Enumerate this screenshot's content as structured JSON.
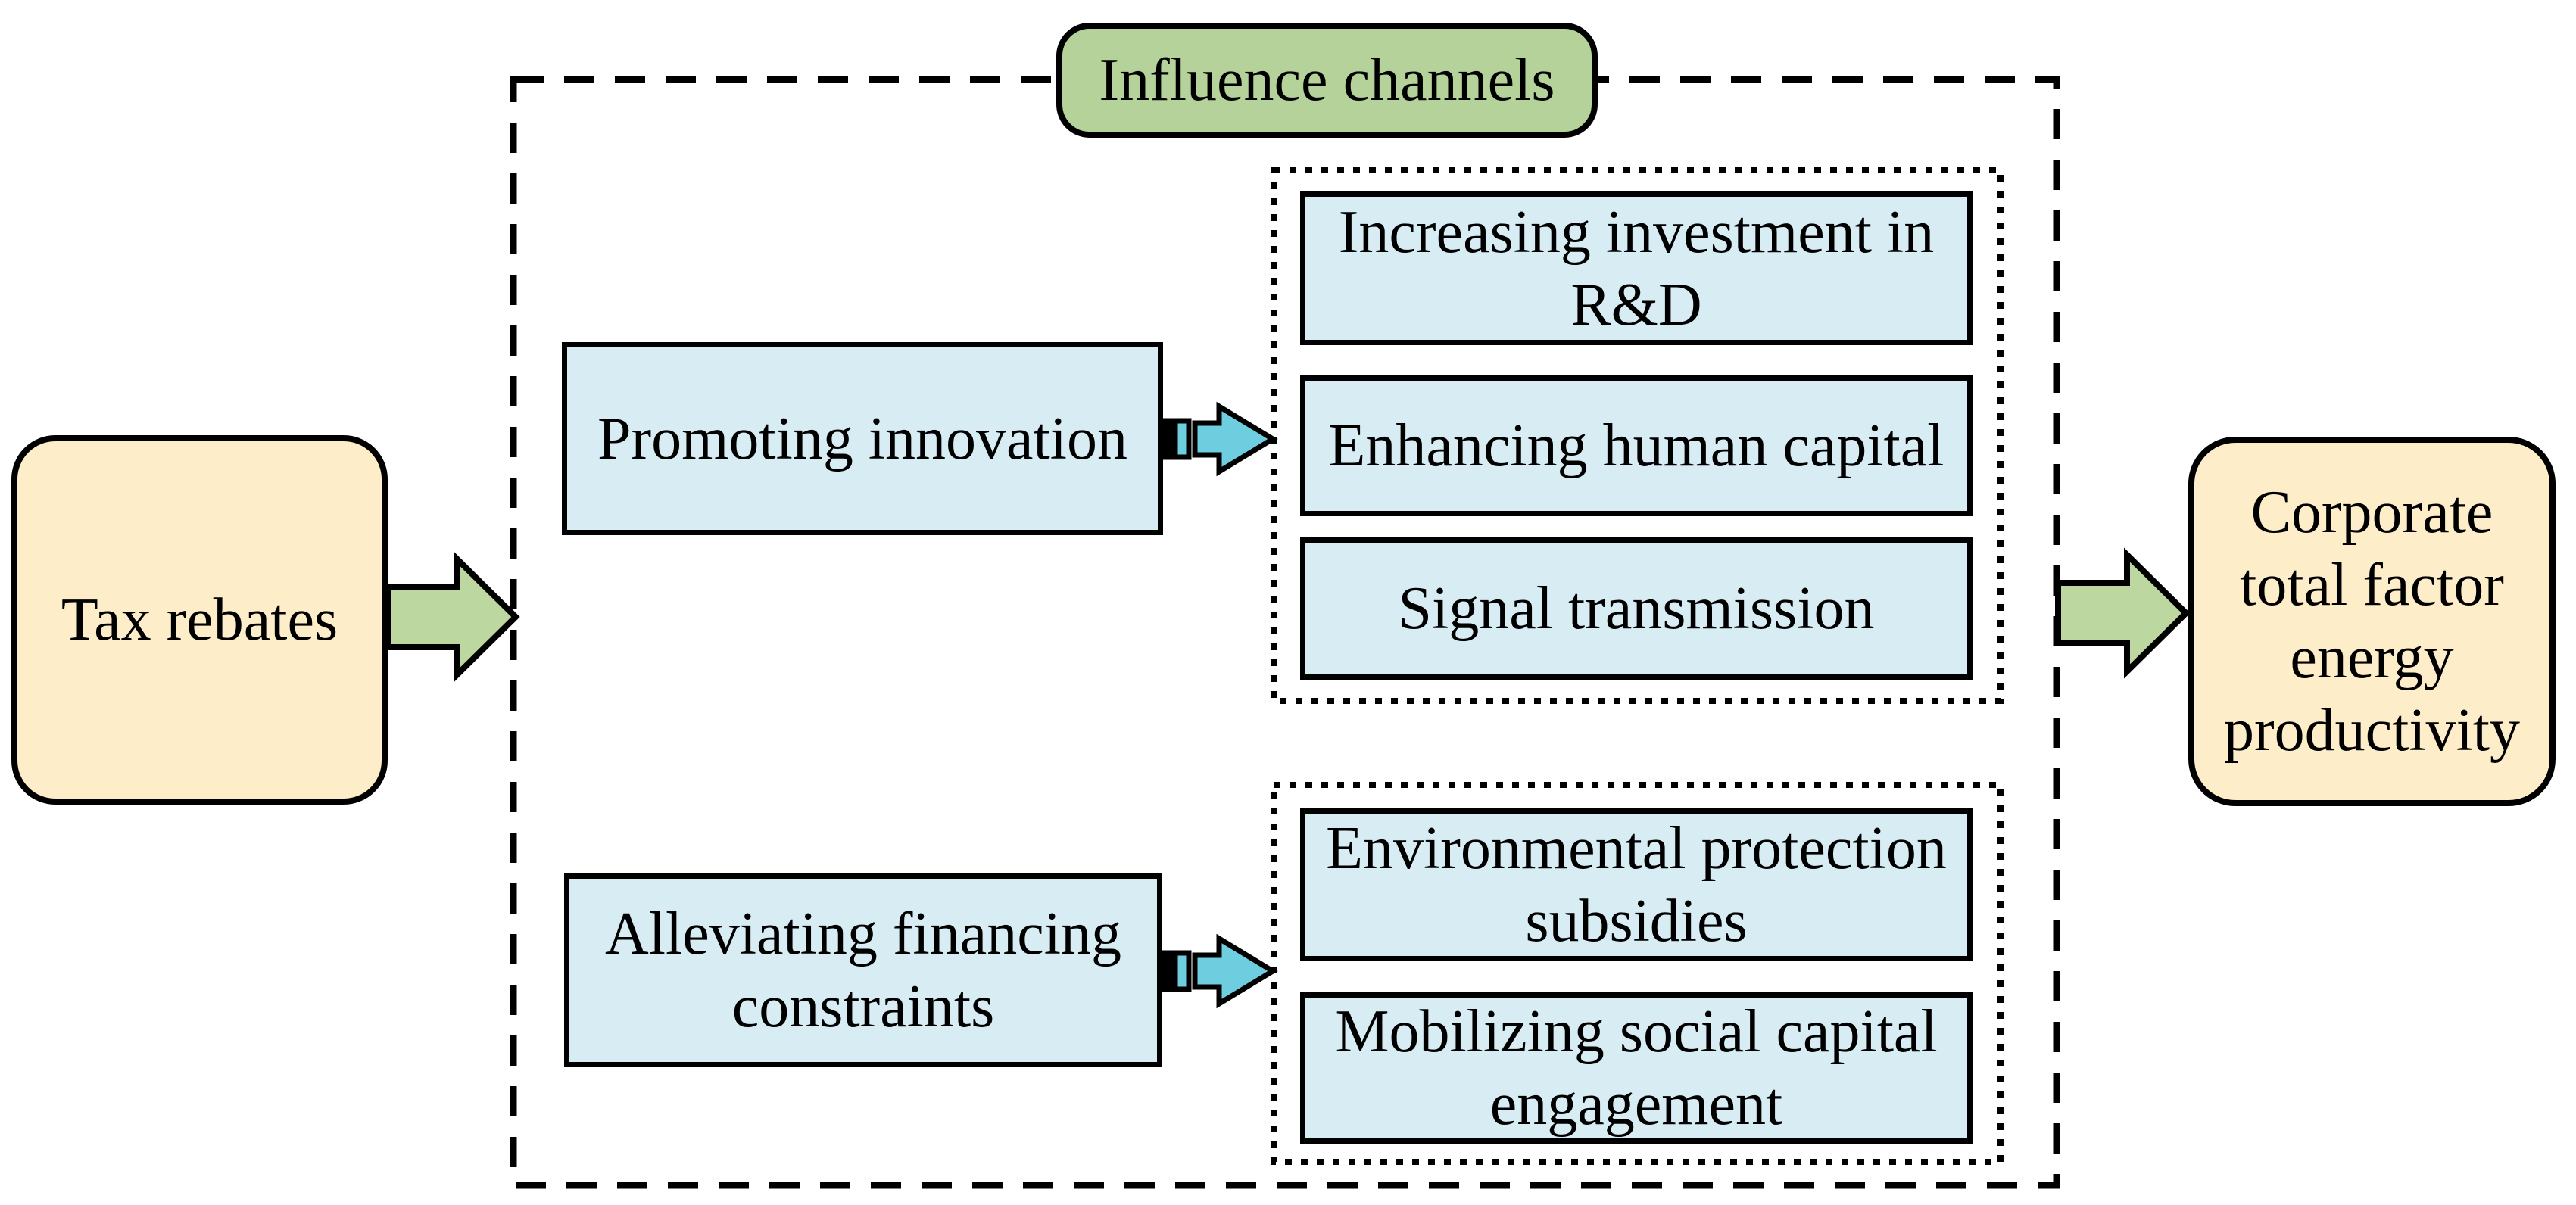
{
  "diagram": {
    "source_node": {
      "label": "Tax rebates"
    },
    "influence_channels_label": "Influence channels",
    "channels": [
      {
        "label": "Promoting innovation",
        "mechanisms": [
          {
            "label": "Increasing investment in R&D"
          },
          {
            "label": "Enhancing human capital"
          },
          {
            "label": "Signal transmission"
          }
        ]
      },
      {
        "label": "Alleviating financing constraints",
        "mechanisms": [
          {
            "label": "Environmental protection subsidies"
          },
          {
            "label": "Mobilizing social capital engagement"
          }
        ]
      }
    ],
    "outcome_node": {
      "label": "Corporate total factor energy productivity"
    }
  },
  "colors": {
    "background": "#ffffff",
    "outline": "#000000",
    "node_fill_yellow": "#fdeec9",
    "node_fill_blue": "#d7ecf3",
    "label_fill_green": "#b5d29b",
    "arrow_green": "#bcd79f",
    "arrow_cyan": "#6fcde0"
  }
}
